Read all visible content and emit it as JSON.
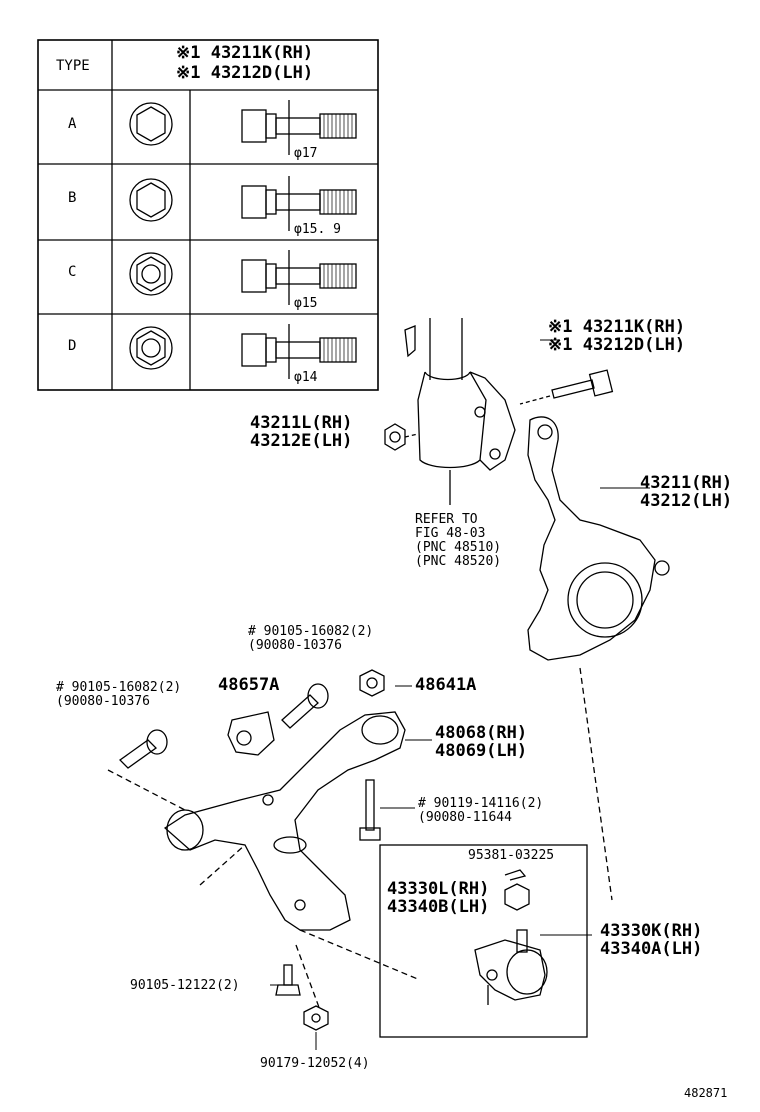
{
  "table": {
    "type_header": "TYPE",
    "header_line1": "※1 43211K(RH)",
    "header_line2": "※1 43212D(LH)",
    "rows": [
      {
        "type": "A",
        "dia": "φ17"
      },
      {
        "type": "B",
        "dia": "φ15. 9"
      },
      {
        "type": "C",
        "dia": "φ15"
      },
      {
        "type": "D",
        "dia": "φ14"
      }
    ]
  },
  "labels": {
    "bolt_rh": "※1 43211K(RH)",
    "bolt_lh": "※1 43212D(LH)",
    "nut_rh": "43211L(RH)",
    "nut_lh": "43212E(LH)",
    "knuckle_rh": "43211(RH)",
    "knuckle_lh": "43212(LH)",
    "refer_1": "REFER TO",
    "refer_2": "FIG 48-03",
    "refer_3": "(PNC 48510)",
    "refer_4": "(PNC 48520)",
    "bolt_a_1": "# 90105-16082(2)",
    "bolt_a_2": "(90080-10376",
    "bolt_b_1": "# 90105-16082(2)",
    "bolt_b_2": "(90080-10376",
    "bracket": "48657A",
    "nut_48641": "48641A",
    "arm_rh": "48068(RH)",
    "arm_lh": "48069(LH)",
    "bolt_c_1": "# 90119-14116(2)",
    "bolt_c_2": "(90080-11644",
    "pin": "95381-03225",
    "bj_nut_rh": "43330L(RH)",
    "bj_nut_lh": "43340B(LH)",
    "bj_rh": "43330K(RH)",
    "bj_lh": "43340A(LH)",
    "bolt_d": "90105-12122(2)",
    "nut_d": "90179-12052(4)",
    "figure_no": "482871"
  }
}
